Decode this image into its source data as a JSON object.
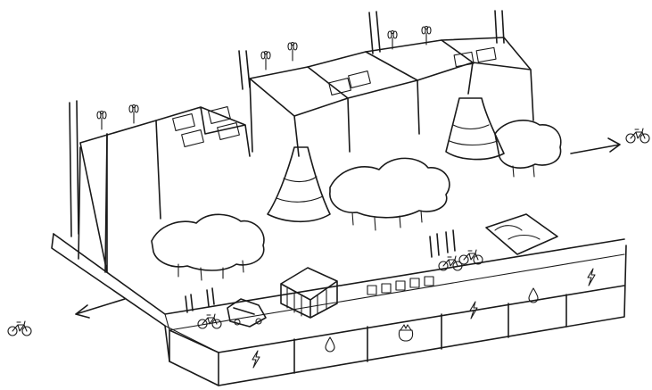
{
  "drawing": {
    "palette": {
      "ink": "#1a1a1a",
      "paper": "#ffffff",
      "green_roof": "#a7d59a",
      "tree_fill": "#eaf6e2",
      "cone_fill": "#fde8b0"
    },
    "icons": {
      "bicycle": "bicycle-icon",
      "lightning": "lightning-icon",
      "water_drop": "water-drop-icon",
      "waste_bag": "waste-bag-icon",
      "wind_turbine": "wind-turbine-icon",
      "greenhouse": "greenhouse-icon",
      "car": "car-icon"
    },
    "base_strip_symbols": [
      "lightning",
      "water_drop",
      "waste_bag",
      "lightning",
      "water_drop",
      "lightning"
    ],
    "arrows": [
      "left",
      "right"
    ]
  }
}
